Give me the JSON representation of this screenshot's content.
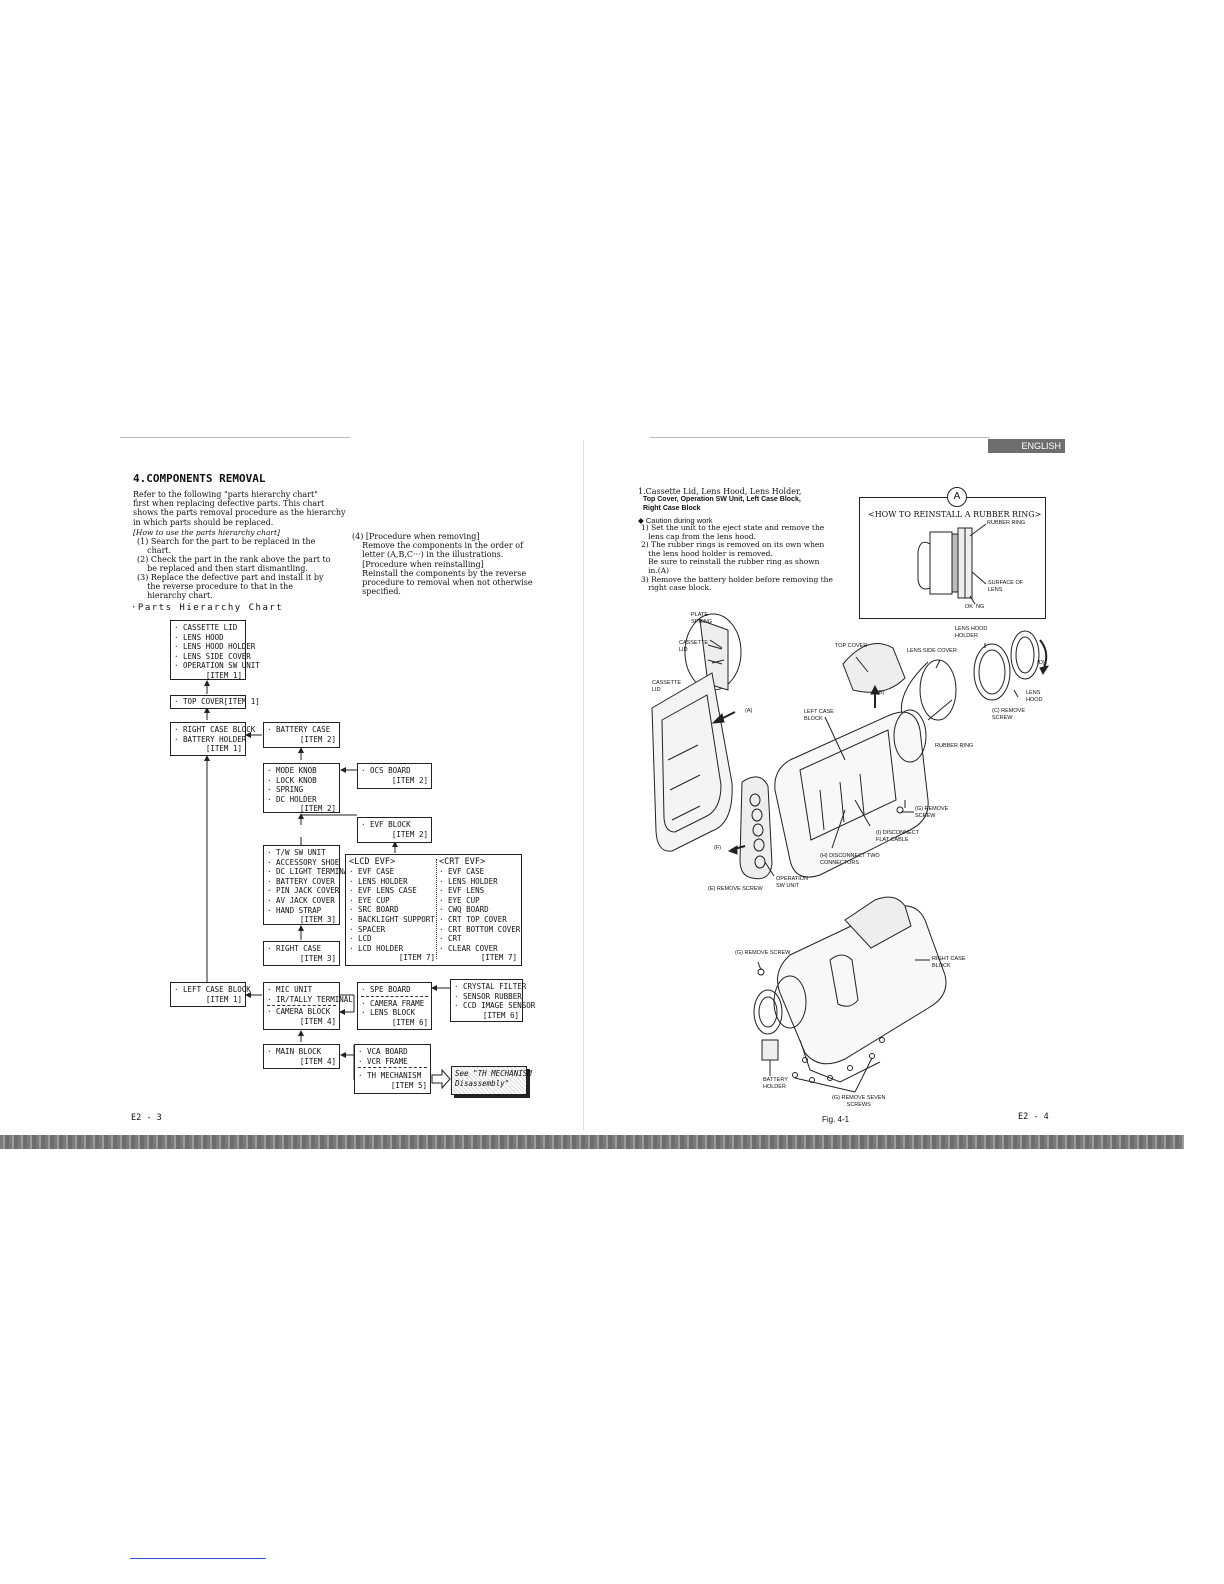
{
  "left_page": {
    "heading": "4.COMPONENTS REMOVAL",
    "intro": "Refer to the following \"parts hierarchy chart\"\nfirst when replacing defective parts. This chart\nshows the parts removal procedure as the hierarchy\nin which parts should be replaced.",
    "howto_title": "[How to use the parts hierarchy chart]",
    "steps": [
      "(1) Search for the part to be replaced in the\n    chart.",
      "(2) Check the part in the rank above the part to\n    be replaced and then start dismantling.",
      "(3) Replace the defective part and install it by\n    the reverse procedure to that in the\n    hierarchy chart."
    ],
    "step4": "(4) [Procedure when removing]\n    Remove the components in the order of\n    letter (A,B,C···) in the illustrations.\n    [Procedure when reinstalling]\n    Reinstall the components by the reverse\n    procedure to removal when not otherwise\n    specified.",
    "chart_title": "·Parts Hierarchy Chart",
    "page_number": "E2 - 3"
  },
  "hierarchy": {
    "b1": {
      "lines": [
        "· CASSETTE LID",
        "· LENS HOOD",
        "· LENS HOOD HOLDER",
        "· LENS SIDE COVER",
        "· OPERATION SW UNIT"
      ],
      "item": "[ITEM 1]"
    },
    "b2": {
      "line": "· TOP COVER[ITEM 1]"
    },
    "b3": {
      "lines": [
        "· RIGHT CASE BLOCK",
        "· BATTERY HOLDER"
      ],
      "item": "[ITEM 1]"
    },
    "b4": {
      "lines": [
        "· BATTERY CASE"
      ],
      "item": "[ITEM 2]"
    },
    "b5": {
      "lines": [
        "· MODE KNOB",
        "· LOCK KNOB",
        "· SPRING",
        "· DC HOLDER"
      ],
      "item": "[ITEM 2]"
    },
    "b6": {
      "lines": [
        "· OCS BOARD"
      ],
      "item": "[ITEM 2]"
    },
    "b7": {
      "lines": [
        "· EVF BLOCK"
      ],
      "item": "[ITEM 2]"
    },
    "b8": {
      "lines": [
        "· T/W SW UNIT",
        "· ACCESSORY SHOE",
        "· DC LIGHT TERMINAL",
        "· BATTERY COVER",
        "· PIN JACK COVER",
        "· AV JACK COVER",
        "· HAND STRAP"
      ],
      "item": "[ITEM 3]"
    },
    "b9": {
      "left_title": "<LCD EVF>",
      "left": [
        "· EVF CASE",
        "· LENS HOLDER",
        "· EVF LENS CASE",
        "· EYE CUP",
        "· SRC BOARD",
        "· BACKLIGHT SUPPORT",
        "· SPACER",
        "· LCD",
        "· LCD HOLDER"
      ],
      "left_item": "[ITEM 7]",
      "right_title": "<CRT EVF>",
      "right": [
        "· EVF CASE",
        "· LENS HOLDER",
        "· EVF LENS",
        "· EYE CUP",
        "· CWQ BOARD",
        "· CRT TOP COVER",
        "· CRT BOTTOM COVER",
        "· CRT",
        "· CLEAR COVER"
      ],
      "right_item": "[ITEM 7]"
    },
    "b10": {
      "lines": [
        "· RIGHT CASE"
      ],
      "item": "[ITEM 3]"
    },
    "b11": {
      "lines": [
        "· LEFT CASE BLOCK"
      ],
      "item": "[ITEM 1]"
    },
    "b12": {
      "lines": [
        "· MIC UNIT",
        "· IR/TALLY TERMINAL"
      ],
      "lines2": [
        "· CAMERA BLOCK"
      ],
      "item": "[ITEM 4]"
    },
    "b13": {
      "lines": [
        "· SPE BOARD"
      ],
      "lines2": [
        "· CAMERA FRAME",
        "· LENS BLOCK"
      ],
      "item": "[ITEM 6]"
    },
    "b14": {
      "lines": [
        "· CRYSTAL FILTER",
        "· SENSOR RUBBER",
        "· CCD IMAGE SENSOR"
      ],
      "item": "[ITEM 6]"
    },
    "b15": {
      "lines": [
        "· MAIN BLOCK"
      ],
      "item": "[ITEM 4]"
    },
    "b16": {
      "lines": [
        "· VCA BOARD",
        "· VCR FRAME"
      ],
      "lines2": [
        "· TH MECHANISM"
      ],
      "item": "[ITEM 5]"
    },
    "see_note": "See \"TH MECHANISM\nDisassembly\""
  },
  "right_page": {
    "badge": "ENGLISH",
    "section_title": "1.Cassette Lid, Lens Hood, Lens Holder,",
    "section_sub": "Top Cover, Operation SW Unit, Left Case Block,\nRight Case Block",
    "caution_title": "◆ Caution during work",
    "caution": "1) Set the unit to the eject state and remove the\n   lens cap from the lens hood.\n2) The rubber rings is removed on its own when\n   the lens hood holder is removed.\n   Be sure to reinstall the rubber ring as shown\n   in.(A)\n3) Remove the battery holder before removing the\n   right case block.",
    "reinstall_marker": "A",
    "reinstall_title": "<HOW TO REINSTALL A RUBBER RING>",
    "reinstall_labels": [
      "RUBBER RING",
      "SURFACE OF\nLENS",
      "OK  NG"
    ],
    "labels": {
      "plate_spring": "PLATE\nSPRING",
      "cassette_lid1": "CASSETTE\nLID",
      "cassette_lid2": "CASSETTE\nLID",
      "a": "(A)",
      "top_cover": "TOP COVER",
      "lens_hood_holder": "LENS HOOD\nHOLDER",
      "lens_side_cover": "LENS SIDE COVER",
      "d": "(D)",
      "lens_hood": "LENS\nHOOD",
      "c_remove": "(C) REMOVE\nSCREW",
      "b": "(B)",
      "left_case_block": "LEFT CASE\nBLOCK",
      "rubber_ring": "RUBBER RING",
      "g_remove": "(G) REMOVE\nSCREW",
      "i_disconnect": "(I) DISCONNECT\nFLAT CABLE",
      "f": "(F)",
      "h_disconnect": "(H) DISCONNECT TWO\nCONNECTORS",
      "e_remove": "(E) REMOVE SCREW",
      "operation_sw": "OPERATION\nSW UNIT",
      "g_remove2": "(G) REMOVE SCREW",
      "right_case_block": "RIGHT CASE\nBLOCK",
      "battery_holder": "BATTERY\nHOLDER",
      "g_seven": "(G) REMOVE SEVEN\nSCREWS"
    },
    "fig": "Fig. 4-1",
    "page_number": "E2 - 4"
  },
  "colors": {
    "ink": "#111111",
    "badge_bg": "#6e6e6e",
    "footer_band": "#8a8a8a"
  }
}
